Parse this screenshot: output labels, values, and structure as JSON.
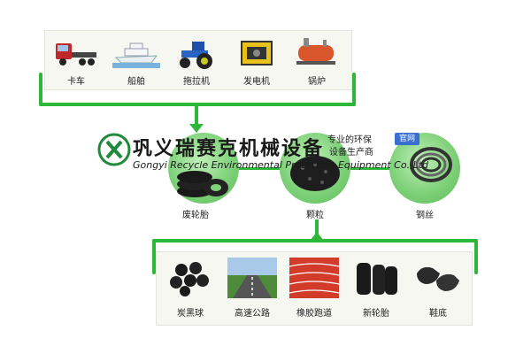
{
  "company": {
    "name_cn": "巩义瑞赛克机械设备",
    "name_en": "Gongyi Recycle Environmental Protection Equipment Co.,Ltd",
    "slogan_line1": "专业的环保",
    "slogan_line2": "设备生产商",
    "badge": "官网"
  },
  "top_products": [
    {
      "label": "卡车",
      "icon": "truck-icon"
    },
    {
      "label": "船舶",
      "icon": "ship-icon"
    },
    {
      "label": "拖拉机",
      "icon": "tractor-icon"
    },
    {
      "label": "发电机",
      "icon": "generator-icon"
    },
    {
      "label": "锅炉",
      "icon": "boiler-icon"
    }
  ],
  "middle_products": [
    {
      "label": "废轮胎",
      "icon": "waste-tire-icon"
    },
    {
      "label": "颗粒",
      "icon": "rubber-granule-icon"
    },
    {
      "label": "钢丝",
      "icon": "steel-wire-icon"
    }
  ],
  "bottom_products": [
    {
      "label": "炭黑球",
      "icon": "carbon-black-ball-icon"
    },
    {
      "label": "高速公路",
      "icon": "highway-icon"
    },
    {
      "label": "橡胶跑道",
      "icon": "rubber-track-icon"
    },
    {
      "label": "新轮胎",
      "icon": "new-tire-icon"
    },
    {
      "label": "鞋底",
      "icon": "shoe-sole-icon"
    }
  ],
  "colors": {
    "connector": "#2db83a",
    "blob": "#7fd17a",
    "badge": "#3a6fd0"
  }
}
